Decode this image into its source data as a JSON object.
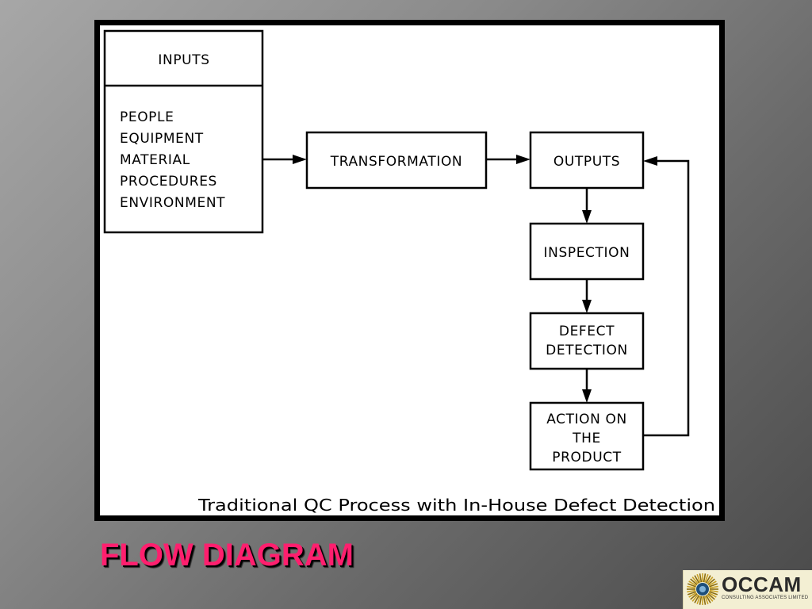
{
  "diagram": {
    "inputs_header": "INPUTS",
    "inputs_items": [
      "PEOPLE",
      "EQUIPMENT",
      "MATERIAL",
      "PROCEDURES",
      "ENVIRONMENT"
    ],
    "transformation": "TRANSFORMATION",
    "outputs": "OUTPUTS",
    "inspection": "INSPECTION",
    "defect_detection": [
      "DEFECT",
      "DETECTION"
    ],
    "action_on_product": [
      "ACTION ON",
      "THE",
      "PRODUCT"
    ],
    "caption": "Traditional QC Process with In-House Defect Detection"
  },
  "slide": {
    "title": "FLOW DIAGRAM",
    "title_color": "#ff1f6e"
  },
  "logo": {
    "wordmark": "OCCAM",
    "tagline": "CONSULTING ASSOCIATES LIMITED"
  }
}
